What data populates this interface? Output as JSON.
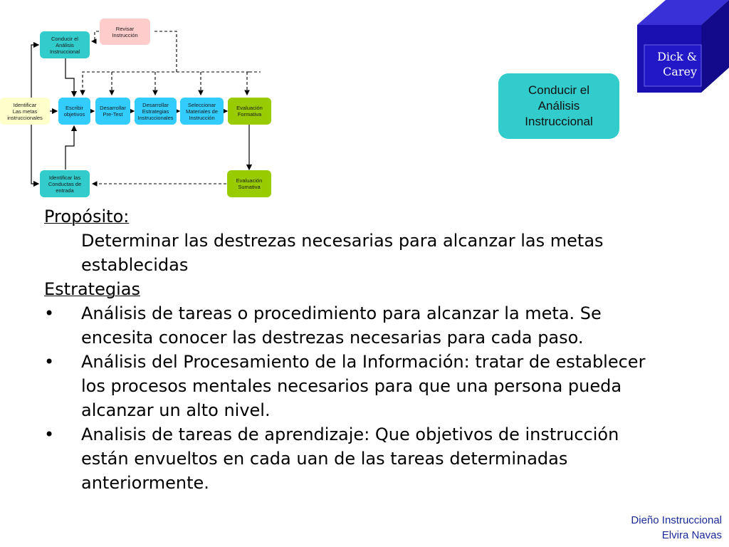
{
  "diagram": {
    "boxes": {
      "revisar": "Revisar\nInstrucción",
      "conducir": "Conducir el\nAnálisis\nInstruccional",
      "identificar_metas": "Identificar\nLas metas\ninstruccionales",
      "escribir": "Escribir\nobjetivos",
      "desarrollar_pretest": "Desarrollar\nPre-Test",
      "desarrollar_estrategias": "Desarrollar\nEstrategias\nInstruccionales",
      "seleccionar": "Seleccionar\nMateriales de\nInstrucción",
      "eval_formativa": "Evaluación\nFormativa",
      "identificar_conductas": "Identificar las\nConductas de\nentrada",
      "eval_sumativa": "Evaluación\nSumativa"
    }
  },
  "logo": {
    "text": "Dick &\nCarey"
  },
  "stage": {
    "text": "Conducir el\nAnálisis\nInstruccional"
  },
  "content": {
    "proposito_heading": "Propósito:",
    "proposito_text": "Determinar las destrezas necesarias para alcanzar las metas establecidas",
    "estrategias_heading": "Estrategias",
    "bullet_symbol": "•",
    "bullets": [
      "Análisis de tareas o procedimiento para alcanzar la meta.  Se encesita conocer las destrezas necesarias para cada paso.",
      "Análisis del Procesamiento de la Información: tratar de establecer los procesos mentales necesarios para que una persona pueda alcanzar un alto nivel.",
      "Analisis de tareas de aprendizaje: Que objetivos de instrucción están envueltos en cada uan de las tareas determinadas anteriormente."
    ]
  },
  "footer": {
    "line1": "Dieño Instruccional",
    "line2": "Elvira Navas"
  },
  "colors": {
    "teal": "#33cccc",
    "cyan": "#33ccff",
    "green": "#99cc00",
    "pink": "#ffcccc",
    "yellow": "#ffffcc",
    "cube": "#1a0fb0",
    "footer": "#1a2a9a"
  }
}
